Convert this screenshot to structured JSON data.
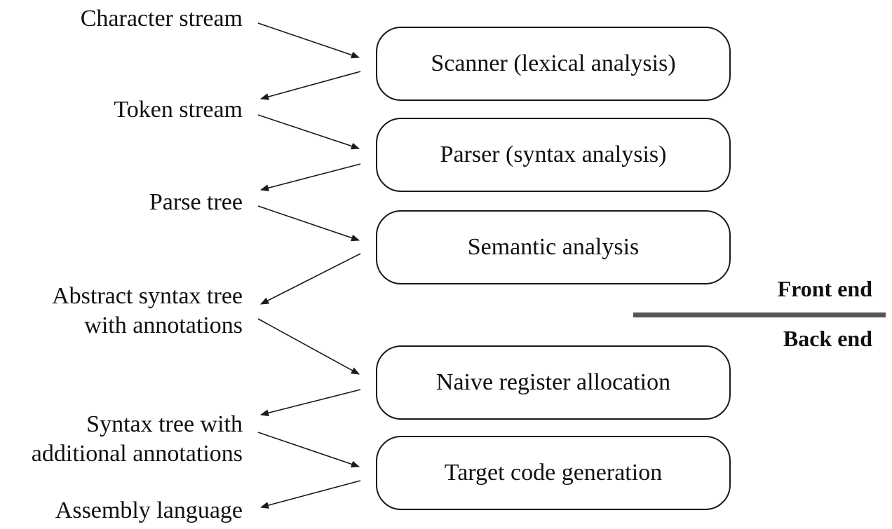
{
  "diagram": {
    "artifacts": [
      {
        "id": "character-stream",
        "lines": [
          "Character stream"
        ]
      },
      {
        "id": "token-stream",
        "lines": [
          "Token stream"
        ]
      },
      {
        "id": "parse-tree",
        "lines": [
          "Parse tree"
        ]
      },
      {
        "id": "abstract-syntax-tree",
        "lines": [
          "Abstract syntax tree",
          "with annotations"
        ]
      },
      {
        "id": "syntax-tree-additional",
        "lines": [
          "Syntax tree with",
          "additional annotations"
        ]
      },
      {
        "id": "assembly-language",
        "lines": [
          "Assembly language"
        ]
      }
    ],
    "phases": [
      {
        "id": "scanner",
        "label": "Scanner (lexical analysis)"
      },
      {
        "id": "parser",
        "label": "Parser (syntax analysis)"
      },
      {
        "id": "semantic",
        "label": "Semantic analysis"
      },
      {
        "id": "register-allocation",
        "label": "Naive register allocation"
      },
      {
        "id": "code-generation",
        "label": "Target code generation"
      }
    ],
    "front_end_label": "Front end",
    "back_end_label": "Back end"
  }
}
